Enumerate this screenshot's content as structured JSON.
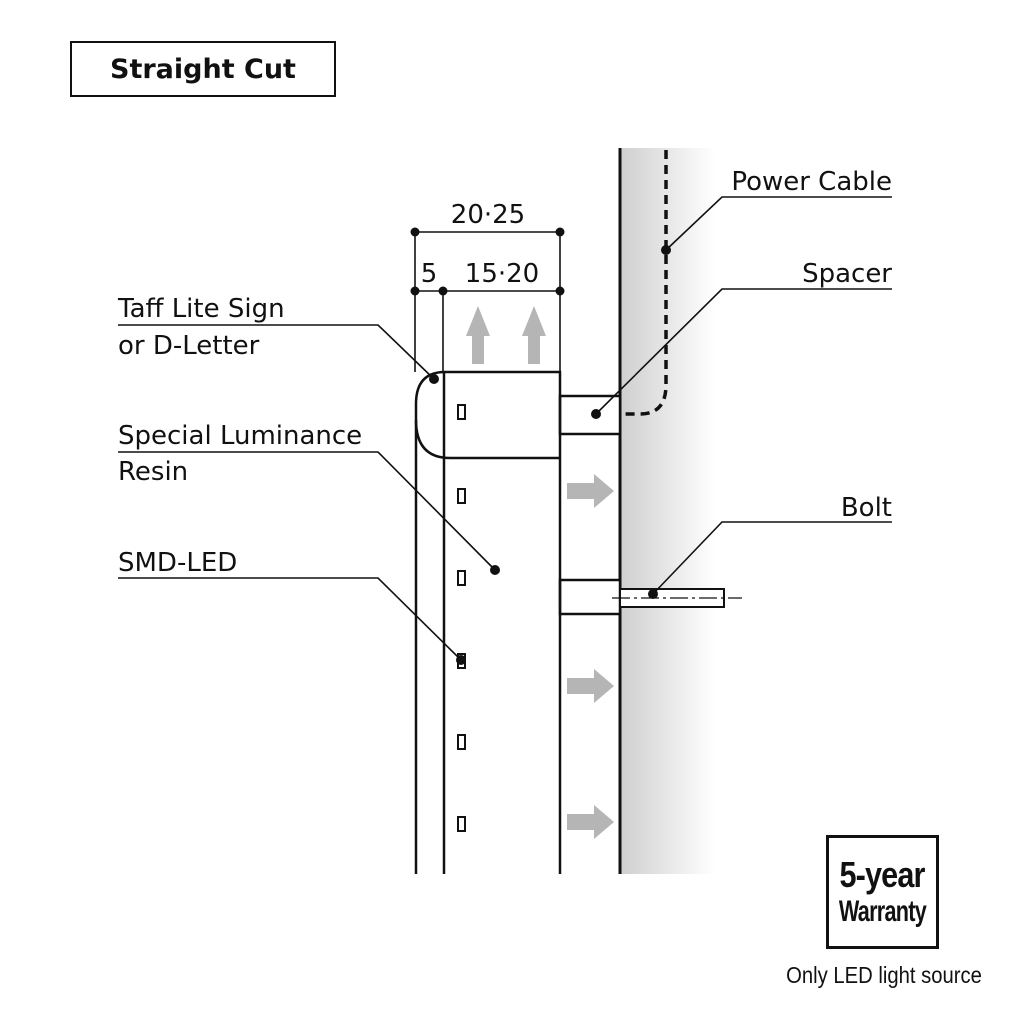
{
  "title": "Straight Cut",
  "dimensions": {
    "overall": "20·25",
    "edge": "5",
    "body": "15·20"
  },
  "labels": {
    "power_cable": "Power Cable",
    "spacer": "Spacer",
    "bolt": "Bolt",
    "sign_line1": "Taff Lite Sign",
    "sign_line2": "or D-Letter",
    "resin_line1": "Special Luminance",
    "resin_line2": "Resin",
    "smd_led": "SMD-LED"
  },
  "warranty": {
    "line1": "5-year",
    "line2": "Warranty",
    "note": "Only LED light source"
  },
  "colors": {
    "line": "#111111",
    "arrow": "#b5b5b5",
    "wall_shade": "#d0d0d0"
  }
}
